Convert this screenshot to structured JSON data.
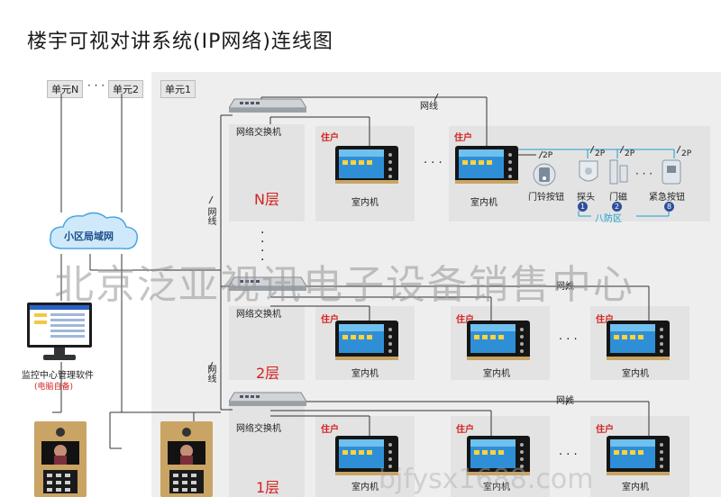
{
  "title": "楼宇可视对讲系统(IP网络)连线图",
  "units": {
    "unit_n": "单元N",
    "ellipsis": "· · ·",
    "unit_2": "单元2",
    "unit_1": "单元1"
  },
  "network": {
    "lan": "小区局域网",
    "wire": "网线",
    "switch": "网络交换机"
  },
  "floors": {
    "n": "N层",
    "two": "2层",
    "one": "1层"
  },
  "resident": "住户",
  "indoor_unit": "室内机",
  "ellipsis_row": "· · ·",
  "vertical_dots": "·\n·\n·\n·",
  "devices": {
    "doorbell": "门铃按钮",
    "probe": "探头",
    "magnet": "门磁",
    "emergency": "紧急按钮",
    "two_p": "2P",
    "zone_left": "1",
    "zone_mid": "2",
    "zone_right": "8",
    "eight_zone": "八防区"
  },
  "monitor": {
    "label": "监控中心管理软件",
    "note": "(电脑自备)"
  },
  "watermark": "北京泛亚视讯电子设备销售中心",
  "watermark2": "bjfysx1688.com",
  "colors": {
    "red": "#d42222",
    "blue": "#1a9fd0",
    "panel_gold": "#c9a464"
  }
}
